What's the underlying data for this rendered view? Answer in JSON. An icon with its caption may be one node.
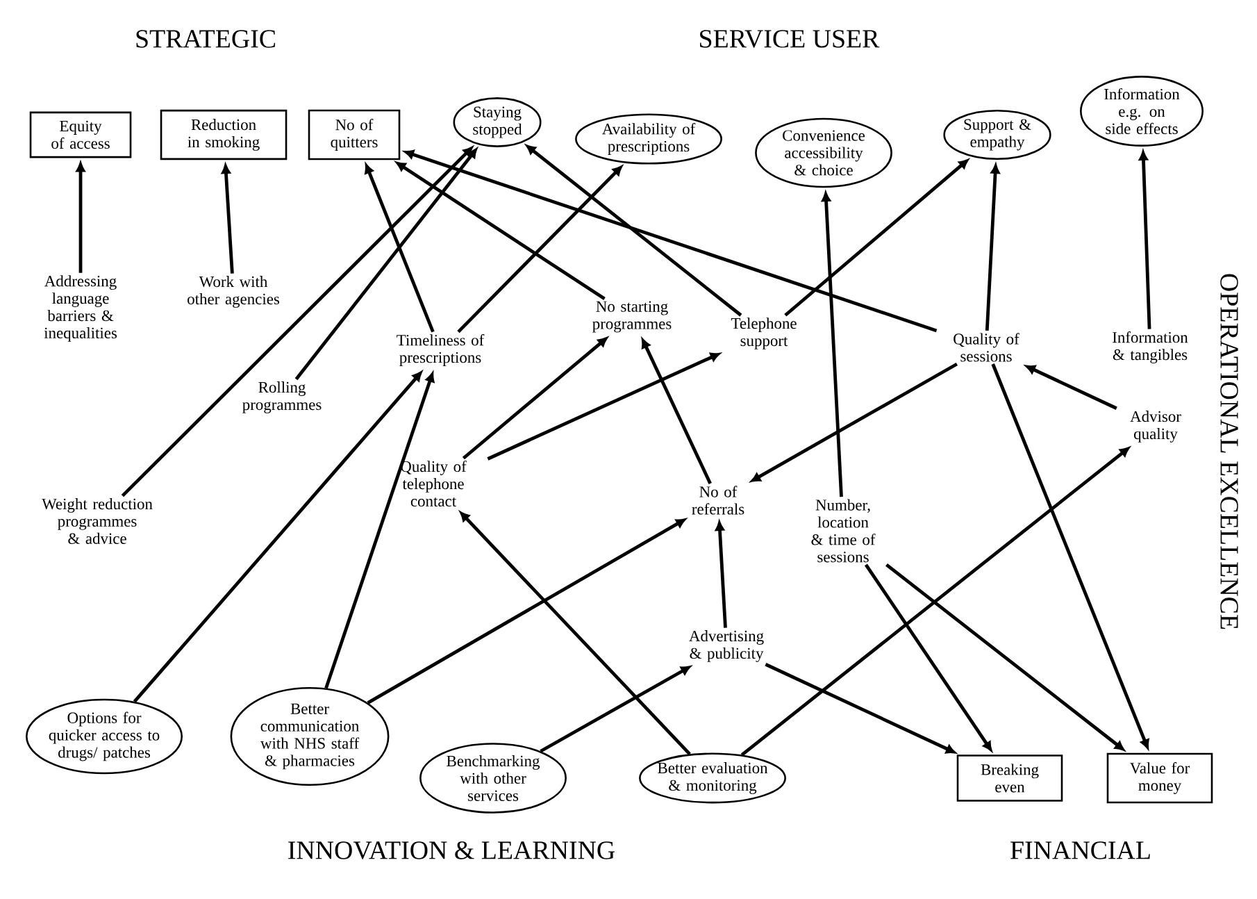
{
  "diagram": {
    "nodes": [
      {
        "text": [
          "Equity of access"
        ]
      },
      {
        "text": [
          "Reduction in smoking"
        ]
      },
      {
        "text": [
          "No of quitters"
        ]
      },
      {
        "text": [
          "Staying stopped"
        ]
      },
      {
        "text": [
          "Availability of prescriptions"
        ]
      },
      {
        "text": [
          "Convenience accessibility & choice"
        ]
      },
      {
        "text": [
          "Support & empathy"
        ]
      },
      {
        "text": [
          "Information e.g. on side effects"
        ]
      },
      {
        "text": [
          "Addressing language barriers & inequalities"
        ]
      },
      {
        "text": [
          "Work with other agencies"
        ]
      },
      {
        "text": [
          "Rolling programmes"
        ]
      },
      {
        "text": [
          "Timeliness of prescriptions"
        ]
      },
      {
        "text": [
          "No starting programmes"
        ]
      },
      {
        "text": [
          "Telephone support"
        ]
      },
      {
        "text": [
          "Quality of sessions"
        ]
      },
      {
        "text": [
          "Information & tangibles"
        ]
      },
      {
        "text": [
          "Weight reduction programmes & advice"
        ]
      },
      {
        "text": [
          "Quality of telephone contact"
        ]
      },
      {
        "text": [
          "No of referrals"
        ]
      },
      {
        "text": [
          "Number, location & time of sessions"
        ]
      },
      {
        "text": [
          "Advisor quality"
        ]
      },
      {
        "text": [
          "Advertising & publicity"
        ]
      },
      {
        "text": [
          "Options for quicker access to drugs/ patches"
        ]
      },
      {
        "text": [
          "Better communication with NHS staff & pharmacies"
        ]
      },
      {
        "text": [
          "Benchmarking with other services"
        ]
      },
      {
        "text": [
          "Better evaluation & monitoring"
        ]
      },
      {
        "text": [
          "Breaking even"
        ]
      },
      {
        "text": [
          "Value for money"
        ]
      }
    ],
    "edges": [
      {
        "from": 8,
        "to": 0,
        "arrow": "to"
      },
      {
        "from": 9,
        "to": 1,
        "arrow": "to"
      },
      {
        "from": 16,
        "to": 3,
        "arrow": "to"
      },
      {
        "from": 10,
        "to": 3,
        "arrow": "to"
      },
      {
        "from": 11,
        "to": 2,
        "arrow": "to"
      },
      {
        "from": 11,
        "to": 4,
        "arrow": "to"
      },
      {
        "from": 12,
        "to": 2,
        "arrow": "to"
      },
      {
        "from": 13,
        "to": 3,
        "arrow": "to"
      },
      {
        "from": 14,
        "to": 2,
        "arrow": "to"
      },
      {
        "from": 13,
        "to": 6,
        "arrow": "to"
      },
      {
        "from": 14,
        "to": 6,
        "arrow": "to"
      },
      {
        "from": 14,
        "to": 18,
        "arrow": "to"
      },
      {
        "from": 19,
        "to": 5,
        "arrow": "to"
      },
      {
        "from": 15,
        "to": 7,
        "arrow": "to"
      },
      {
        "from": 20,
        "to": 14,
        "arrow": "to"
      },
      {
        "from": 14,
        "to": 27,
        "arrow": "to"
      },
      {
        "from": 17,
        "to": 12,
        "arrow": "to"
      },
      {
        "from": 17,
        "to": 13,
        "arrow": "to"
      },
      {
        "from": 18,
        "to": 12,
        "arrow": "to"
      },
      {
        "from": 22,
        "to": 11,
        "arrow": "to"
      },
      {
        "from": 23,
        "to": 11,
        "arrow": "to"
      },
      {
        "from": 23,
        "to": 18,
        "arrow": "to"
      },
      {
        "from": 24,
        "to": 21,
        "arrow": "to"
      },
      {
        "from": 25,
        "to": 17,
        "arrow": "to"
      },
      {
        "from": 21,
        "to": 18,
        "arrow": "to"
      },
      {
        "from": 21,
        "to": 26,
        "arrow": "to"
      },
      {
        "from": 19,
        "to": 26,
        "arrow": "to"
      },
      {
        "from": 19,
        "to": 27,
        "arrow": "to"
      },
      {
        "from": 25,
        "to": 20,
        "arrow": "to"
      }
    ],
    "labels": [
      "STRATEGIC",
      "SERVICE USER",
      "OPERATIONAL EXCELLENCE",
      "INNOVATION & LEARNING",
      "FINANCIAL"
    ]
  }
}
